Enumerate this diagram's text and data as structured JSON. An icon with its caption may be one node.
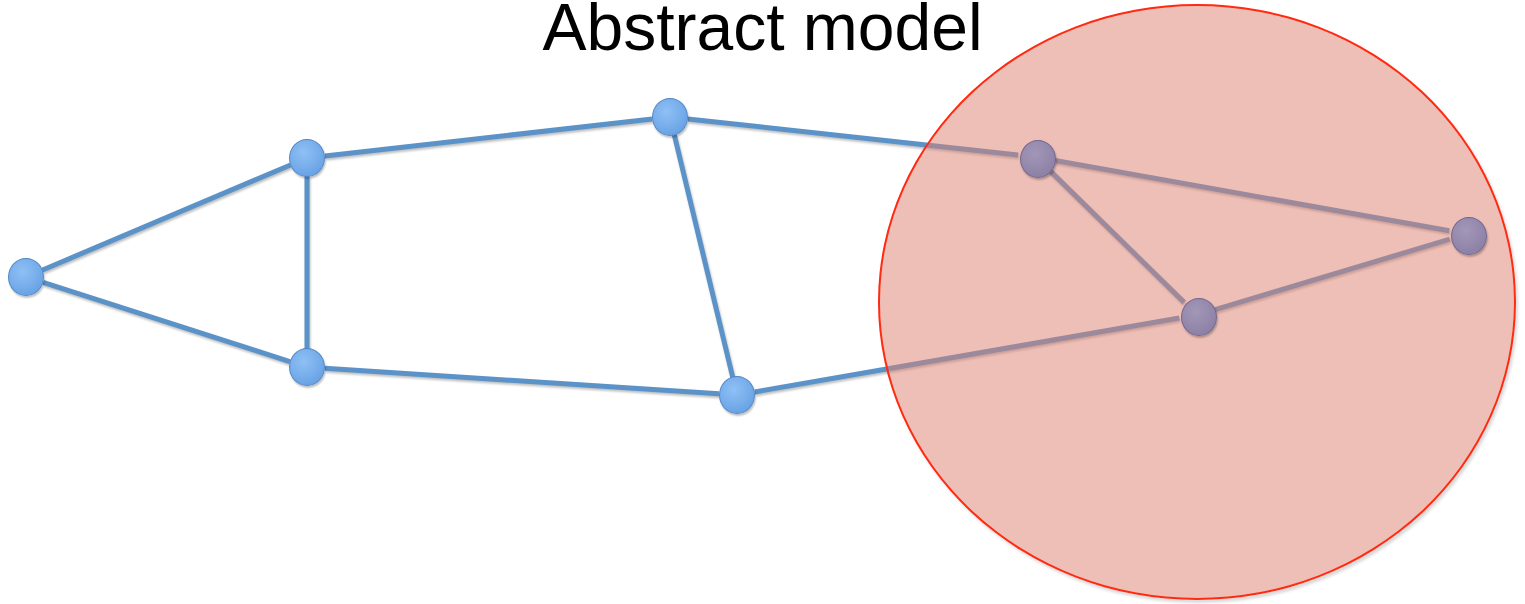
{
  "diagram": {
    "title": "Abstract model",
    "nodes": [
      {
        "text": [],
        "shape": "circle"
      },
      {
        "text": [],
        "shape": "circle"
      },
      {
        "text": [],
        "shape": "circle"
      },
      {
        "text": [],
        "shape": "circle"
      },
      {
        "text": [],
        "shape": "circle"
      },
      {
        "text": [],
        "shape": "circle"
      },
      {
        "text": [],
        "shape": "circle",
        "in": 5
      },
      {
        "text": [],
        "shape": "circle",
        "in": 5
      },
      {
        "text": [],
        "shape": "circle",
        "in": 5
      }
    ],
    "edges": [
      {
        "from": 0,
        "to": 1,
        "arrow": "none"
      },
      {
        "from": 0,
        "to": 2,
        "arrow": "none"
      },
      {
        "from": 1,
        "to": 2,
        "arrow": "none"
      },
      {
        "from": 1,
        "to": 3,
        "arrow": "none"
      },
      {
        "from": 2,
        "to": 4,
        "arrow": "none"
      },
      {
        "from": 3,
        "to": 4,
        "arrow": "none"
      },
      {
        "from": 3,
        "to": 6,
        "arrow": "none"
      },
      {
        "from": 4,
        "to": 7,
        "arrow": "none"
      },
      {
        "from": 6,
        "to": 7,
        "arrow": "none"
      },
      {
        "from": 6,
        "to": 8,
        "arrow": "none"
      },
      {
        "from": 7,
        "to": 8,
        "arrow": "none"
      }
    ]
  }
}
